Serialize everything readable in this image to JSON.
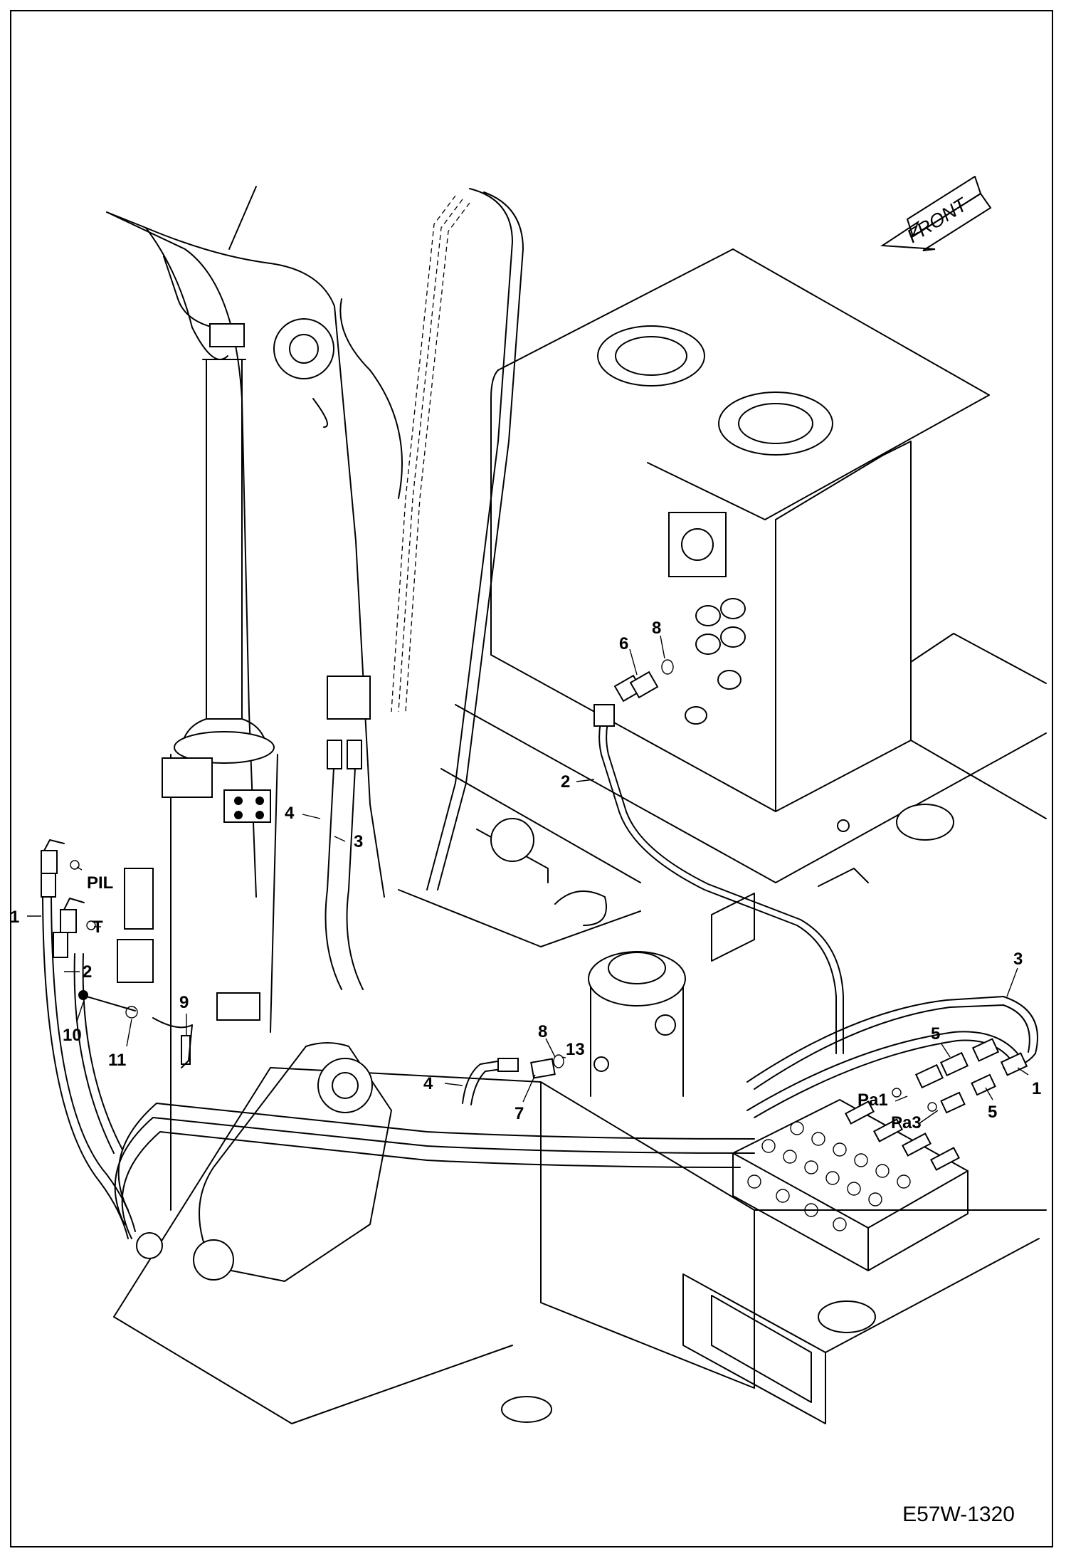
{
  "drawing_code": "E57W-1320",
  "front_arrow_label": "FRONT",
  "callouts": {
    "c1_left": "1",
    "c2_left": "2",
    "c10": "10",
    "c11": "11",
    "c9": "9",
    "c4_upper": "4",
    "c3_upper": "3",
    "c2_center": "2",
    "c6": "6",
    "c8_upper": "8",
    "c8_lower": "8",
    "c13": "13",
    "c4_lower": "4",
    "c7": "7",
    "c3_right": "3",
    "c5_upper": "5",
    "c1_right": "1",
    "c5_lower": "5"
  },
  "port_labels": {
    "pil": "PIL",
    "t": "T",
    "pa1": "Pa1",
    "pa3": "Pa3"
  }
}
